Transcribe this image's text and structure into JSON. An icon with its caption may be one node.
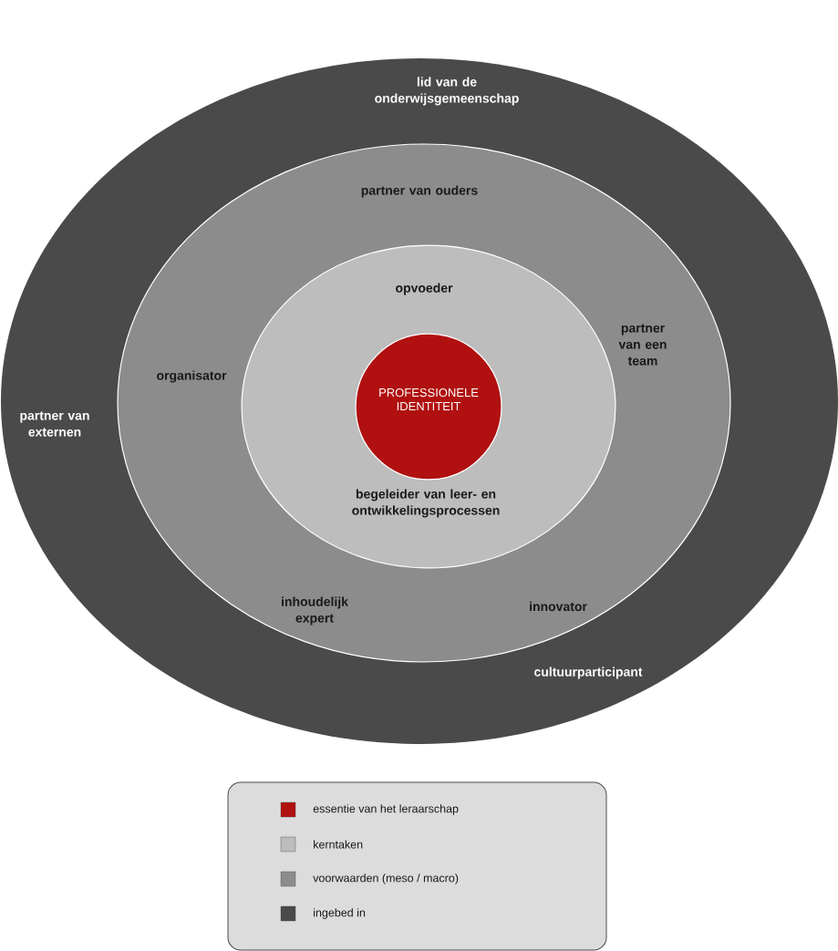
{
  "diagram": {
    "nodes": [
      {
        "text": [
          "lid van de onderwijsgemeenschap",
          "partner van externen",
          "cultuurparticipant"
        ]
      },
      {
        "text": [
          "partner van ouders",
          "partner van een team",
          "organisator",
          "innovator",
          "inhoudelijk expert"
        ],
        "in": 0
      },
      {
        "text": [
          "opvoeder",
          "begeleider van leer- en ontwikkelingsprocessen"
        ],
        "in": 1
      },
      {
        "text": [
          "PROFESSIONELE IDENTITEIT"
        ],
        "in": 2
      }
    ],
    "legend": [
      {
        "text": "essentie van het leraarschap",
        "color": "#b01010"
      },
      {
        "text": "kerntaken",
        "color": "#bdbdbd"
      },
      {
        "text": "voorwaarden (meso / macro)",
        "color": "#8c8c8c"
      },
      {
        "text": "ingebed in",
        "color": "#4a4a4a"
      }
    ]
  }
}
